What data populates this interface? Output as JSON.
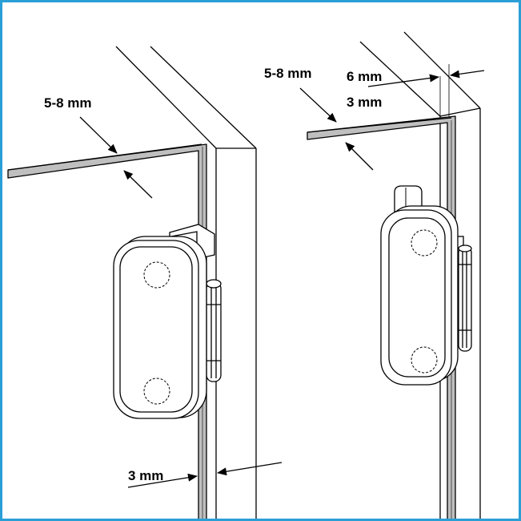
{
  "colors": {
    "frame_border": "#2a9fd6",
    "line": "#000000",
    "glass": "#bfbfbf",
    "background": "#ffffff"
  },
  "left_view": {
    "label_top": "5-8 mm",
    "label_bottom": "3 mm"
  },
  "right_view": {
    "label_glass": "5-8 mm",
    "label_gap_6": "6 mm",
    "label_gap_3": "3 mm"
  }
}
